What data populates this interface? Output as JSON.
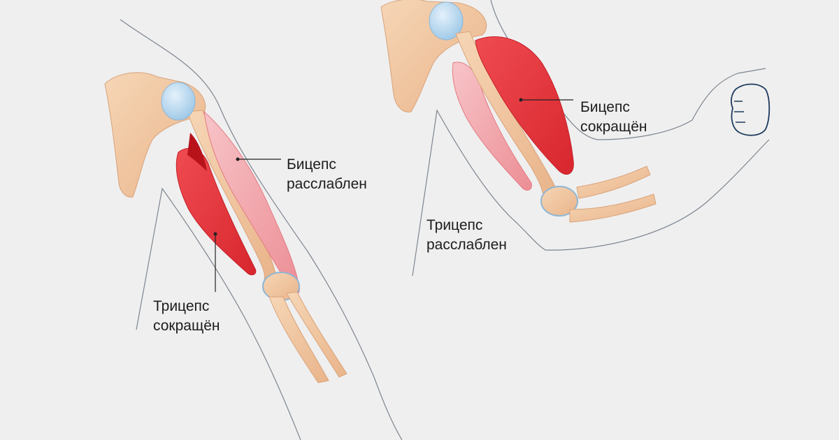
{
  "labels": {
    "left_biceps": [
      "Бицепс",
      "расслаблен"
    ],
    "left_triceps": [
      "Трицепс",
      "сокращён"
    ],
    "right_biceps": [
      "Бицепс",
      "сокращён"
    ],
    "right_triceps": [
      "Трицепс",
      "расслаблен"
    ]
  },
  "colors": {
    "background": "#efefef",
    "muscle_contracted": "#e6353c",
    "muscle_relaxed": "#f0a0a6",
    "bone": "#f2c6a0",
    "joint": "#b9d9f0",
    "outline": "#7d8590"
  }
}
